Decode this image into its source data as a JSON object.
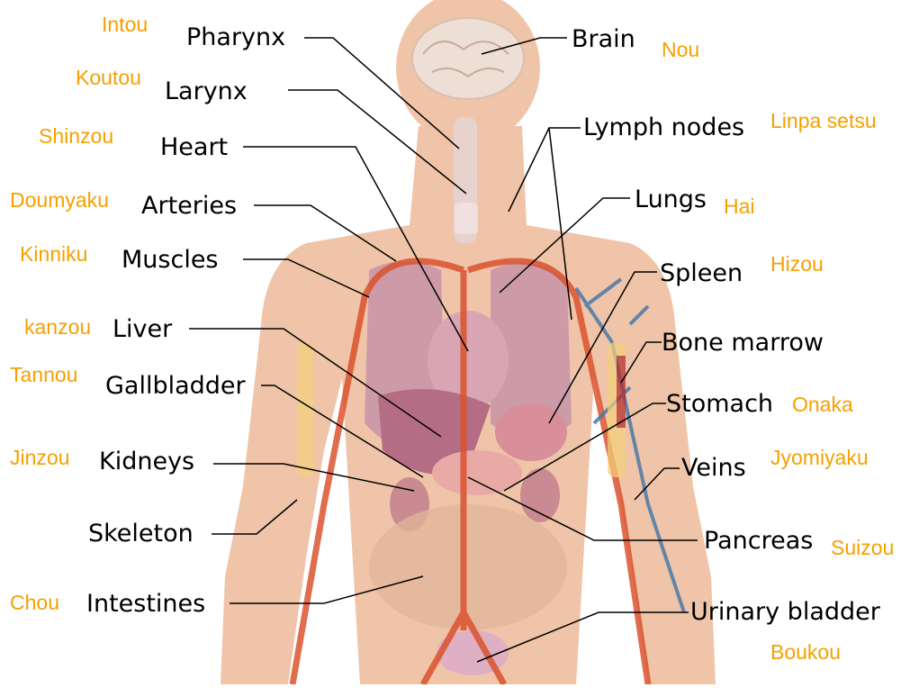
{
  "colors": {
    "english_label": "#000000",
    "japanese_label": "#f5a000",
    "skin": "#efc4a8",
    "artery": "#d9532f",
    "vein": "#4a7aa8",
    "organ": "#c98fa0",
    "bone": "#f3d27a"
  },
  "labels": {
    "brain": "Brain",
    "pharynx": "Pharynx",
    "larynx": "Larynx",
    "lymph_nodes": "Lymph nodes",
    "heart": "Heart",
    "lungs": "Lungs",
    "arteries": "Arteries",
    "spleen": "Spleen",
    "muscles": "Muscles",
    "bone_marrow": "Bone marrow",
    "liver": "Liver",
    "stomach": "Stomach",
    "gallbladder": "Gallbladder",
    "veins": "Veins",
    "kidneys": "Kidneys",
    "skeleton": "Skeleton",
    "pancreas": "Pancreas",
    "intestines": "Intestines",
    "urinary_bladder": "Urinary bladder"
  },
  "japanese": {
    "intou": "Intou",
    "nou": "Nou",
    "koutou": "Koutou",
    "linpa_setsu": "Linpa setsu",
    "shinzou": "Shinzou",
    "hai": "Hai",
    "doumyaku": "Doumyaku",
    "kinniku": "Kinniku",
    "hizou": "Hizou",
    "kanzou": "kanzou",
    "tannou": "Tannou",
    "onaka": "Onaka",
    "jinzou": "Jinzou",
    "jyomiyaku": "Jyomiyaku",
    "suizou": "Suizou",
    "chou": "Chou",
    "boukou": "Boukou"
  }
}
